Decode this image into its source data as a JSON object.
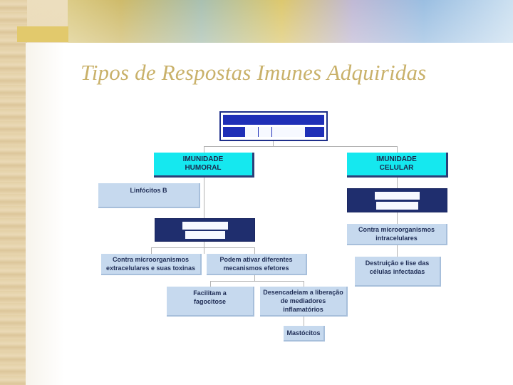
{
  "slide": {
    "title": "Tipos de Respostas Imunes Adquiridas"
  },
  "nodes": {
    "humoral": "IMUNIDADE HUMORAL",
    "celular": "IMUNIDADE CELULAR",
    "linfocitos_b": "Linfócitos B",
    "contra_intracelulares": "Contra microorganismos intracelulares",
    "contra_extracelulares": "Contra microorganismos extracelulares e suas toxinas",
    "podem_ativar": "Podem ativar diferentes mecanismos efetores",
    "destruicao": "Destruição e lise das células infectadas",
    "facilitam": "Facilitam a fagocitose",
    "desencadeiam": "Desencadeiam a liberação de mediadores inflamatórios",
    "mastocitos": "Mastócitos"
  },
  "colors": {
    "title": "#c9b16a",
    "cyan_box": "#15e8ef",
    "navy_box": "#1f2e6e",
    "light_box": "#c6d9ee",
    "text": "#1f2d55"
  }
}
